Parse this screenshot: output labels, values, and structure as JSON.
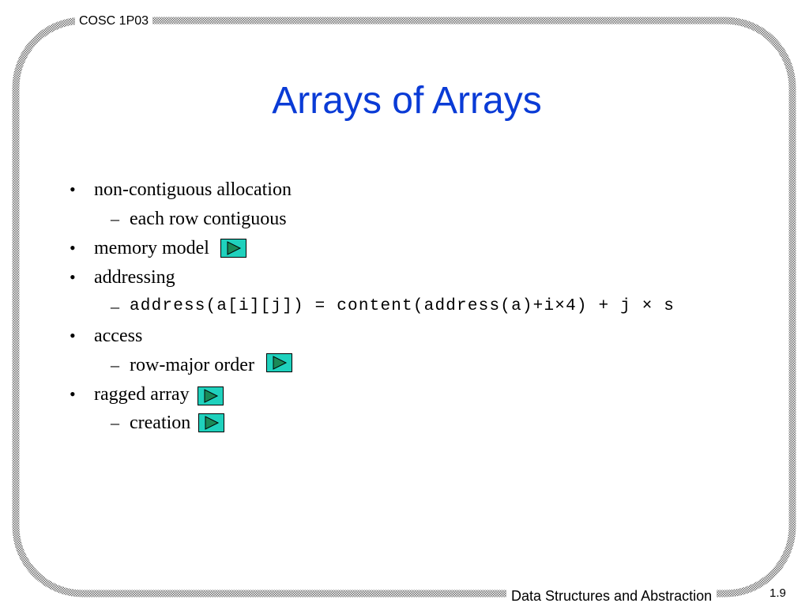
{
  "header": {
    "course": "COSC 1P03"
  },
  "title": "Arrays of Arrays",
  "footer": {
    "text": "Data Structures and Abstraction",
    "page": "1.9"
  },
  "bullets": {
    "b1": {
      "text": "non-contiguous allocation",
      "sub1": "each row contiguous"
    },
    "b2": {
      "text": "memory model"
    },
    "b3": {
      "text": "addressing",
      "sub1": "address(a[i][j]) = content(address(a)+i×4) + j × s"
    },
    "b4": {
      "text": "access",
      "sub1": "row-major order"
    },
    "b5": {
      "text": "ragged array",
      "sub1": "creation"
    }
  },
  "markers": {
    "bullet": "•",
    "dash": "–"
  },
  "colors": {
    "title": "#0a3bd6",
    "play_button_fill": "#1fd1bd",
    "play_triangle_fill": "#1a8a58"
  },
  "icons": {
    "play": "play-icon"
  }
}
